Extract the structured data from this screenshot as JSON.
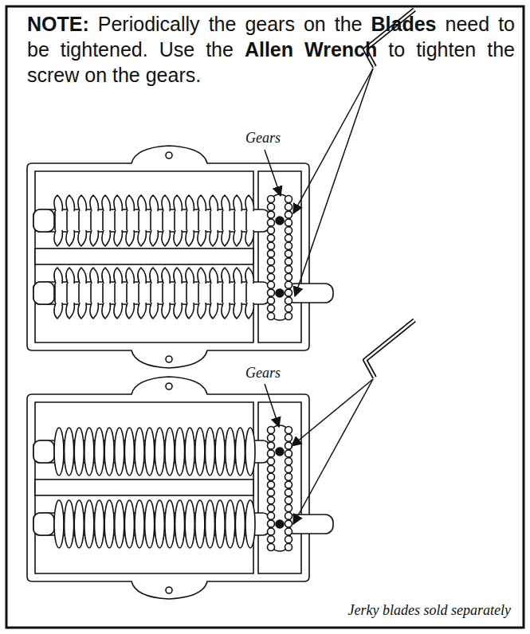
{
  "diagram": {
    "title": "NOTE: Periodically the gears on the Blades need to be tightened. Use the Allen Wrench to tighten the screw on the gears.",
    "caption": "Jerky blades sold separately",
    "labels": [
      "Gears",
      "Gears"
    ]
  }
}
